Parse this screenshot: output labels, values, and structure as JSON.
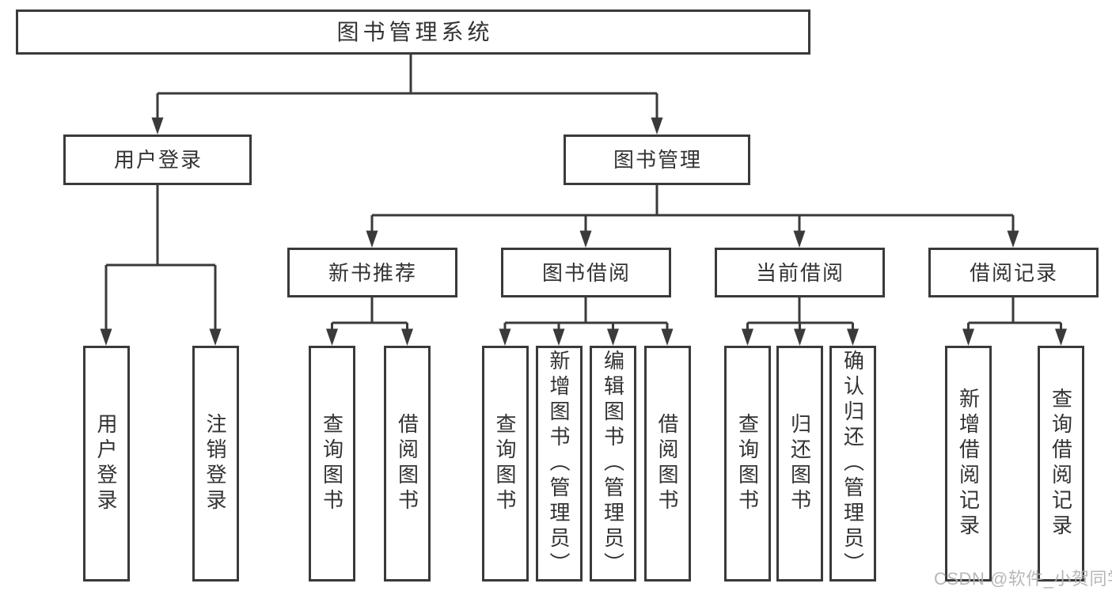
{
  "colors": {
    "line": "#3a3a3a",
    "border": "#3a3a3a",
    "text": "#333333",
    "background": "#ffffff",
    "watermark": "#b0b0b0"
  },
  "watermark": {
    "text": "CSDN @软件_小贺同学"
  },
  "diagram": {
    "root": {
      "label": "图书管理系统"
    },
    "branches": [
      {
        "label": "用户登录",
        "children": [
          {
            "label": "用户登录"
          },
          {
            "label": "注销登录"
          }
        ]
      },
      {
        "label": "图书管理",
        "children": [
          {
            "label": "新书推荐",
            "children": [
              {
                "label": "查询图书"
              },
              {
                "label": "借阅图书"
              }
            ]
          },
          {
            "label": "图书借阅",
            "children": [
              {
                "label": "查询图书"
              },
              {
                "label": "新增图书（管理员）"
              },
              {
                "label": "编辑图书（管理员）"
              },
              {
                "label": "借阅图书"
              }
            ]
          },
          {
            "label": "当前借阅",
            "children": [
              {
                "label": "查询图书"
              },
              {
                "label": "归还图书"
              },
              {
                "label": "确认归还（管理员）"
              }
            ]
          },
          {
            "label": "借阅记录",
            "children": [
              {
                "label": "新增借阅记录"
              },
              {
                "label": "查询借阅记录"
              }
            ]
          }
        ]
      }
    ]
  }
}
